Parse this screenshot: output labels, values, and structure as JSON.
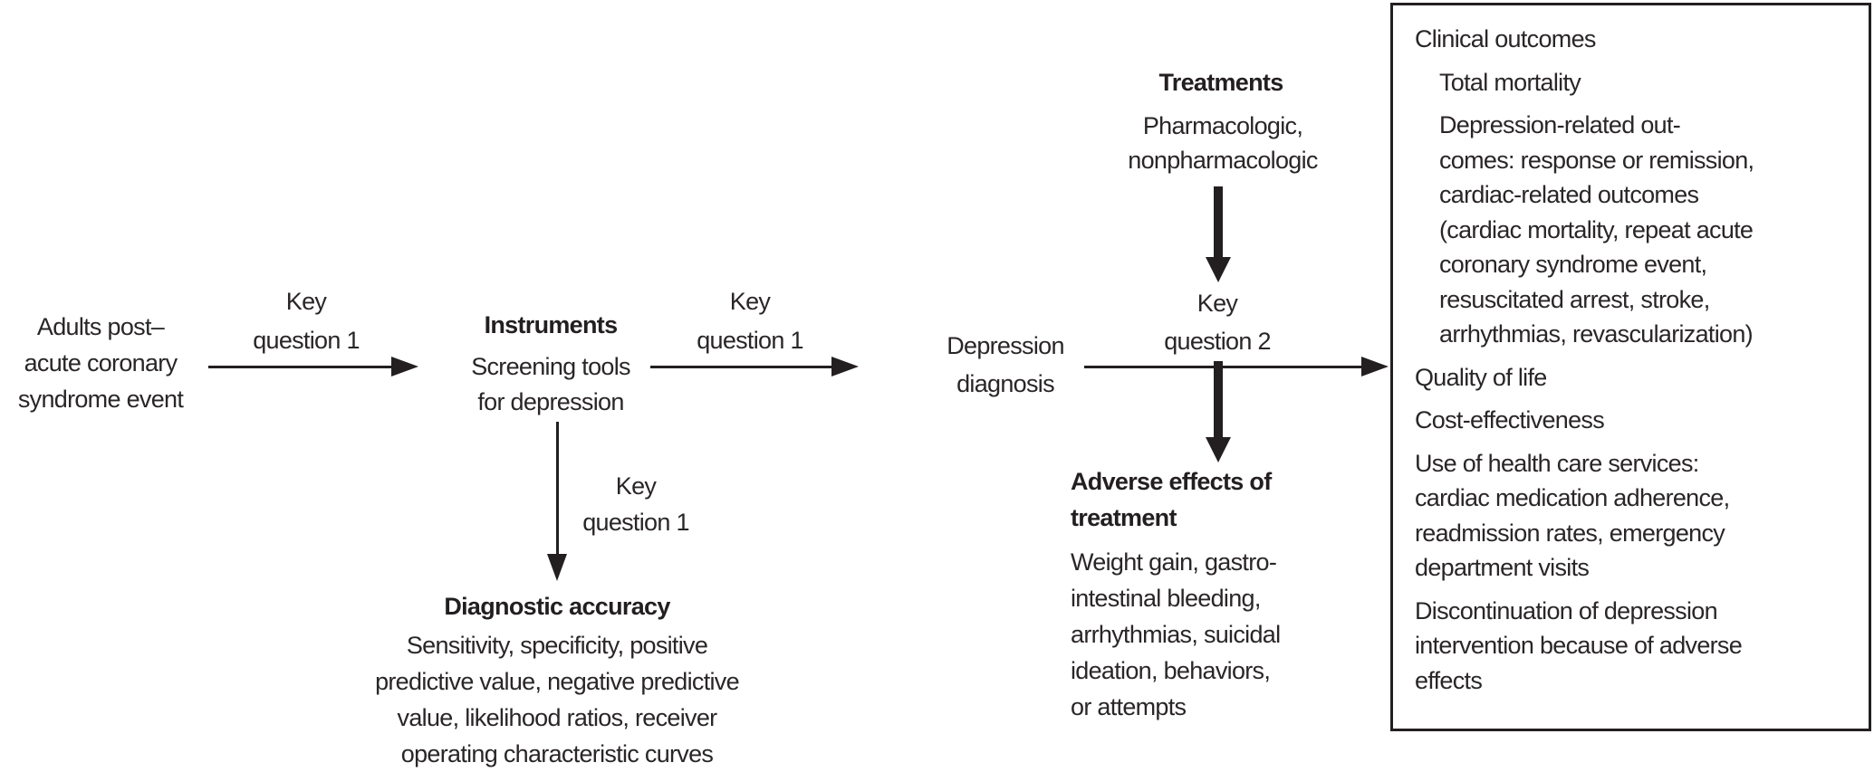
{
  "palette": {
    "ink": "#2a2627",
    "heading_ink": "#231f20",
    "line_color": "#231f20",
    "background": "#ffffff"
  },
  "nodes": {
    "population": {
      "text": "Adults post–\nacute coronary\nsyndrome event"
    },
    "instruments": {
      "title": "Instruments",
      "body": "Screening tools\nfor depression"
    },
    "depression": {
      "text": "Depression\ndiagnosis"
    },
    "treatments": {
      "title": "Treatments",
      "body": "Pharmacologic,\nnonpharmacologic"
    },
    "adverse_effects": {
      "title": "Adverse effects of\ntreatment",
      "body": "Weight gain, gastro-\nintestinal bleeding,\narrhythmias, suicidal\nideation, behaviors,\nor attempts"
    },
    "diagnostic_accuracy": {
      "title": "Diagnostic accuracy",
      "body": "Sensitivity, specificity, positive\npredictive value, negative predictive\nvalue, likelihood ratios, receiver\noperating characteristic curves"
    }
  },
  "labels": {
    "kq1_population_to_instruments": "Key\nquestion 1",
    "kq1_instruments_to_diagnosis": "Key\nquestion 1",
    "kq1_instruments_to_accuracy": "Key\nquestion 1",
    "kq2_diagnosis_to_outcomes": "Key\nquestion 2"
  },
  "outcomes_box": {
    "items": [
      {
        "text": "Clinical outcomes",
        "indent": false
      },
      {
        "text": "Total mortality",
        "indent": true
      },
      {
        "text": "Depression-related out-\ncomes: response or remission,\ncardiac-related outcomes\n(cardiac mortality, repeat acute\ncoronary syndrome event,\nresuscitated arrest, stroke,\narrhythmias, revascularization)",
        "indent": true
      },
      {
        "text": "Quality of life",
        "indent": false
      },
      {
        "text": "Cost-effectiveness",
        "indent": false
      },
      {
        "text": "Use of health care services:\ncardiac medication adherence,\nreadmission rates, emergency\ndepartment visits",
        "indent": false
      },
      {
        "text": "Discontinuation of depression\nintervention because of adverse\neffects",
        "indent": false
      }
    ]
  }
}
